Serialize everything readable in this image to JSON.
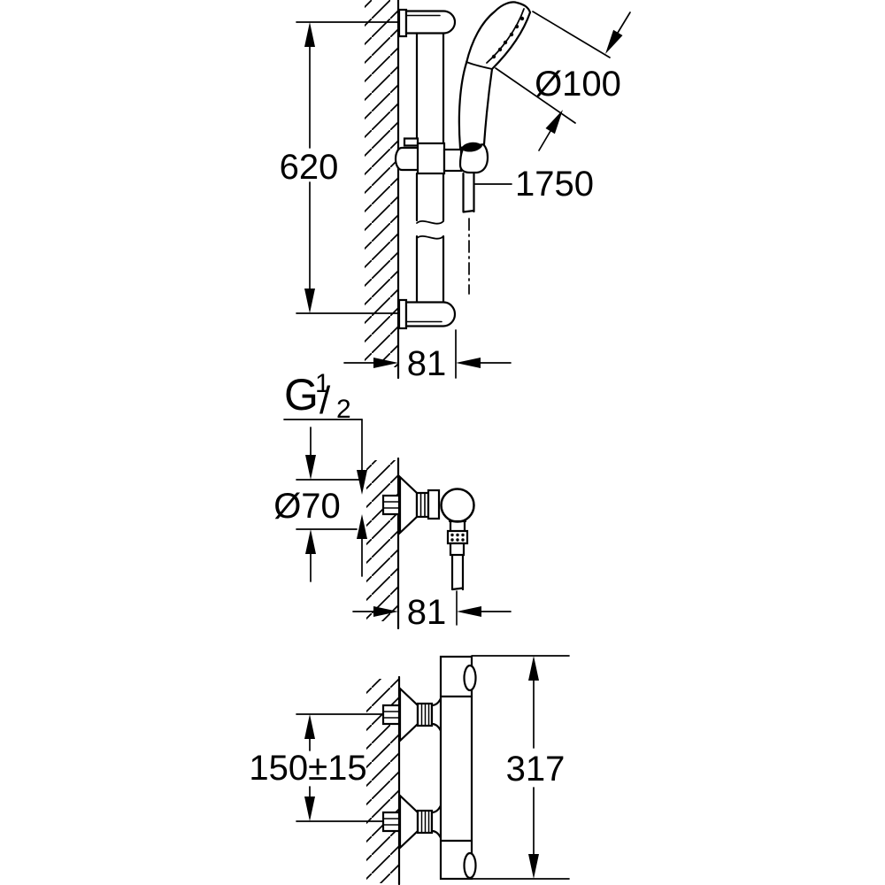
{
  "page": {
    "background": "#ffffff",
    "line_color": "#000000",
    "description": "Technical dimension drawing of a shower rail set, exposed shower valve and thermostat (side views with wall section hatching)"
  },
  "views": {
    "rail_set": {
      "name": "shower rail with hand shower",
      "dim_rail_height": "620",
      "dim_head_diameter": "Ø100",
      "dim_hose_length": "1750",
      "dim_wall_offset": "81"
    },
    "valve": {
      "name": "exposed shower valve side view",
      "thread_g": "G",
      "thread_sup": "1",
      "thread_slash": "/",
      "thread_sub": "2",
      "dim_escutcheon_diameter": "Ø70",
      "dim_wall_offset": "81"
    },
    "thermostat": {
      "name": "thermostat mixer side view",
      "dim_connection_spacing": "150±15",
      "dim_body_height": "317"
    }
  }
}
